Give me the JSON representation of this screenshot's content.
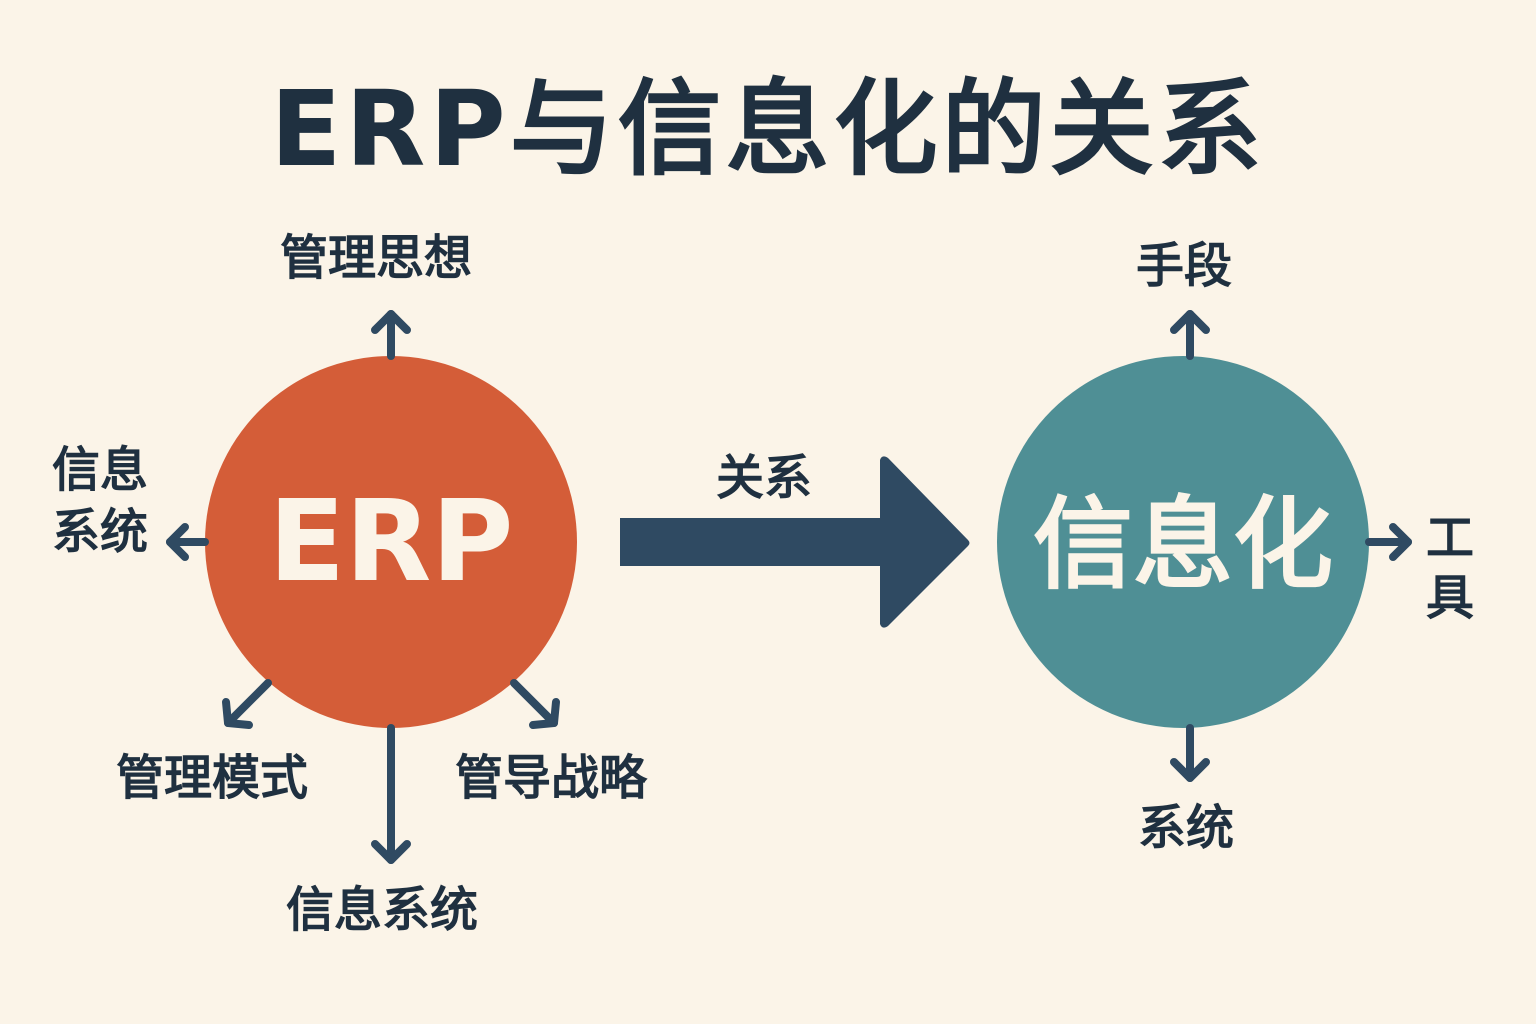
{
  "title": "ERP与信息化的关系",
  "colors": {
    "background": "#fbf4e8",
    "erp_circle": "#d45d38",
    "info_circle": "#4f8f95",
    "arrow": "#2f4a62",
    "text_dark": "#1f3040",
    "text_light": "#fbf4e8"
  },
  "left_node": {
    "label": "ERP",
    "branches": {
      "top": "管理思想",
      "left_line1": "信息",
      "left_line2": "系统",
      "bottom_left": "管理模式",
      "bottom": "信息系统",
      "bottom_right": "管导战略"
    }
  },
  "connector": {
    "label": "关系"
  },
  "right_node": {
    "label": "信息化",
    "branches": {
      "top": "手段",
      "right_line1": "工",
      "right_line2": "具",
      "bottom": "系统"
    }
  }
}
